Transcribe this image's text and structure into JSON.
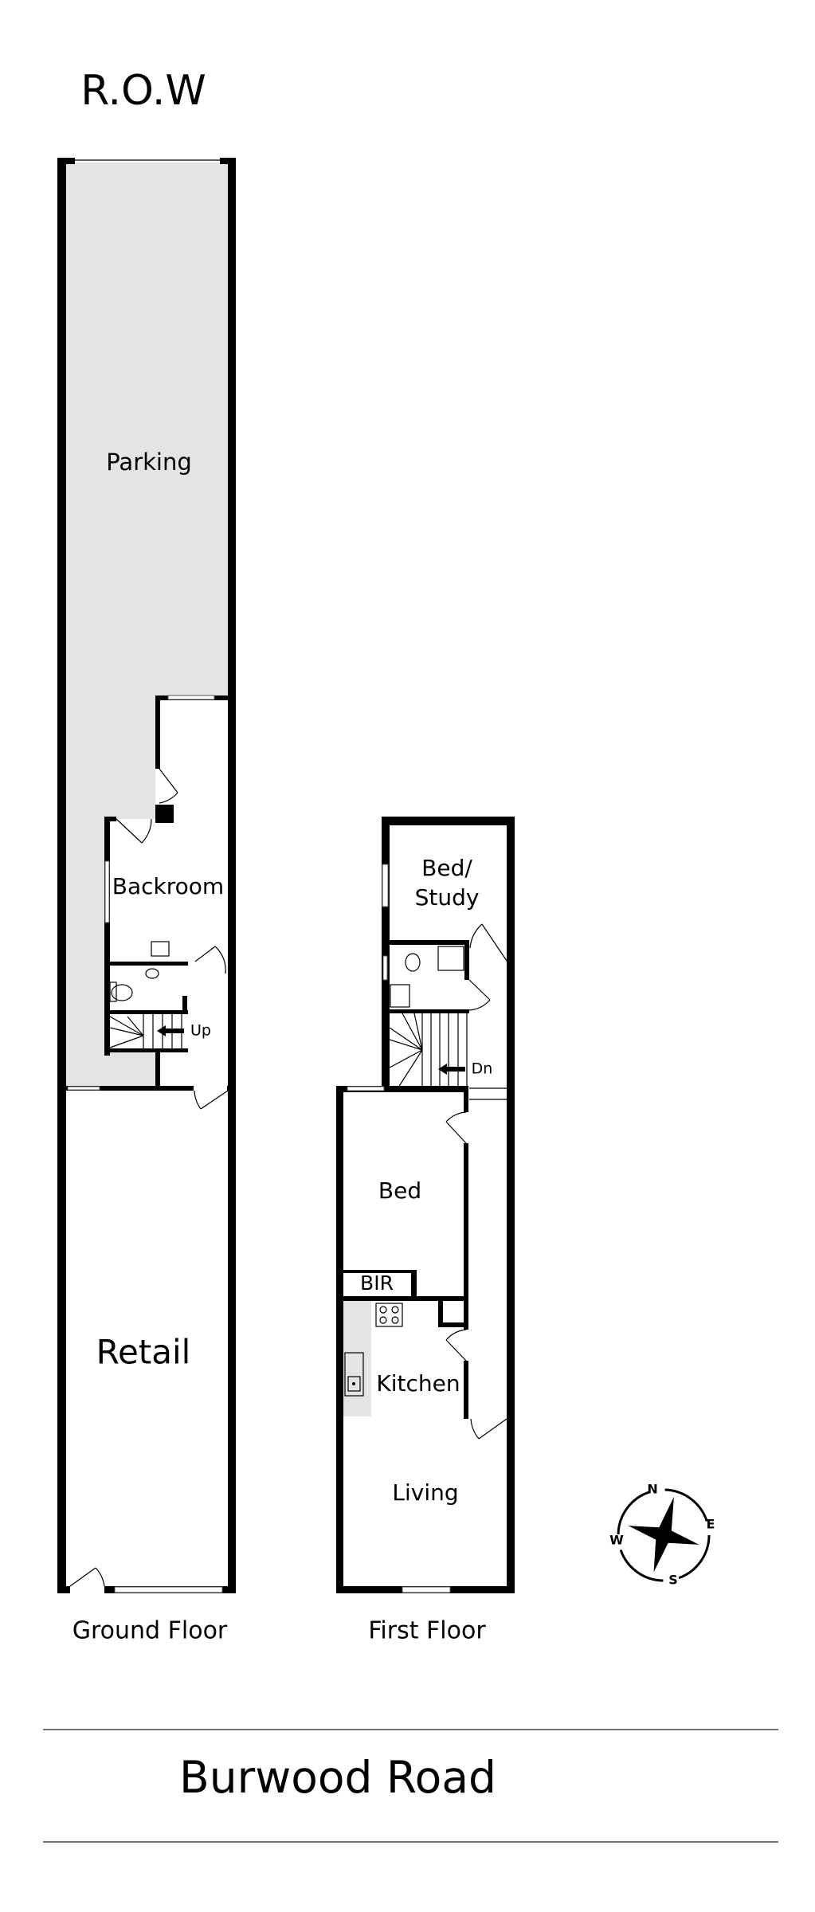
{
  "top_label": "R.O.W",
  "street": "Burwood Road",
  "ground_floor": {
    "title": "Ground Floor",
    "rooms": {
      "parking": "Parking",
      "backroom": "Backroom",
      "retail": "Retail"
    },
    "stairs": "Up"
  },
  "first_floor": {
    "title": "First Floor",
    "rooms": {
      "bed_study_1": "Bed/",
      "bed_study_2": "Study",
      "bed": "Bed",
      "bir": "BIR",
      "kitchen": "Kitchen",
      "living": "Living"
    },
    "stairs": "Dn"
  },
  "compass": {
    "n": "N",
    "e": "E",
    "s": "S",
    "w": "W"
  },
  "colors": {
    "wall": "#000000",
    "shaded": "#e4e4e4"
  }
}
